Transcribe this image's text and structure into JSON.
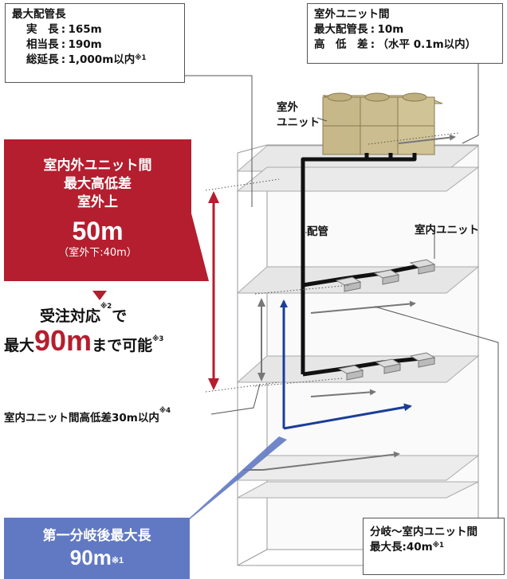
{
  "callouts": {
    "max_piping": {
      "title": "最大配管長",
      "rows": [
        {
          "label": "実　長",
          "value": "165m",
          "note": ""
        },
        {
          "label": "相当長",
          "value": "190m",
          "note": ""
        },
        {
          "label": "総延長",
          "value": "1,000m以内",
          "note": "※1"
        }
      ]
    },
    "outdoor_units": {
      "title": "室外ユニット間",
      "rows": [
        {
          "label": "最大配管長",
          "value": "10m"
        },
        {
          "label": "高　低　差",
          "value": "（水平 0.1m以内）"
        }
      ]
    },
    "branch": {
      "title": "分岐～室内ユニット間",
      "value": "最大長:40m",
      "note": "※1"
    }
  },
  "red_box": {
    "line1": "室内外ユニット間",
    "line2": "最大高低差",
    "line3": "室外上",
    "value": "50m",
    "sub": "（室外下:40m）"
  },
  "order": {
    "line1_text": "受注対応",
    "line1_note": "※2",
    "line1_tail": "で",
    "line2_prefix": "最大",
    "line2_value": "90m",
    "line2_tail": "まで可能",
    "line2_note": "※3"
  },
  "indoor_height": {
    "text": "室内ユニット間高低差30m以内",
    "note": "※4"
  },
  "blue_box": {
    "line1": "第一分岐後最大長",
    "value": "90m",
    "note": "※1"
  },
  "diagram_labels": {
    "outdoor_unit": "室外\nユニット",
    "outdoor_unit_l1": "室外",
    "outdoor_unit_l2": "ユニット",
    "piping": "配管",
    "indoor_unit": "室内ユニット"
  },
  "colors": {
    "red": "#b41e2e",
    "blue_box": "#6179c2",
    "blue_line": "#1a3e98",
    "piping": "#111111",
    "arrow_gray": "#777777",
    "floor": "#e6e6e6"
  }
}
